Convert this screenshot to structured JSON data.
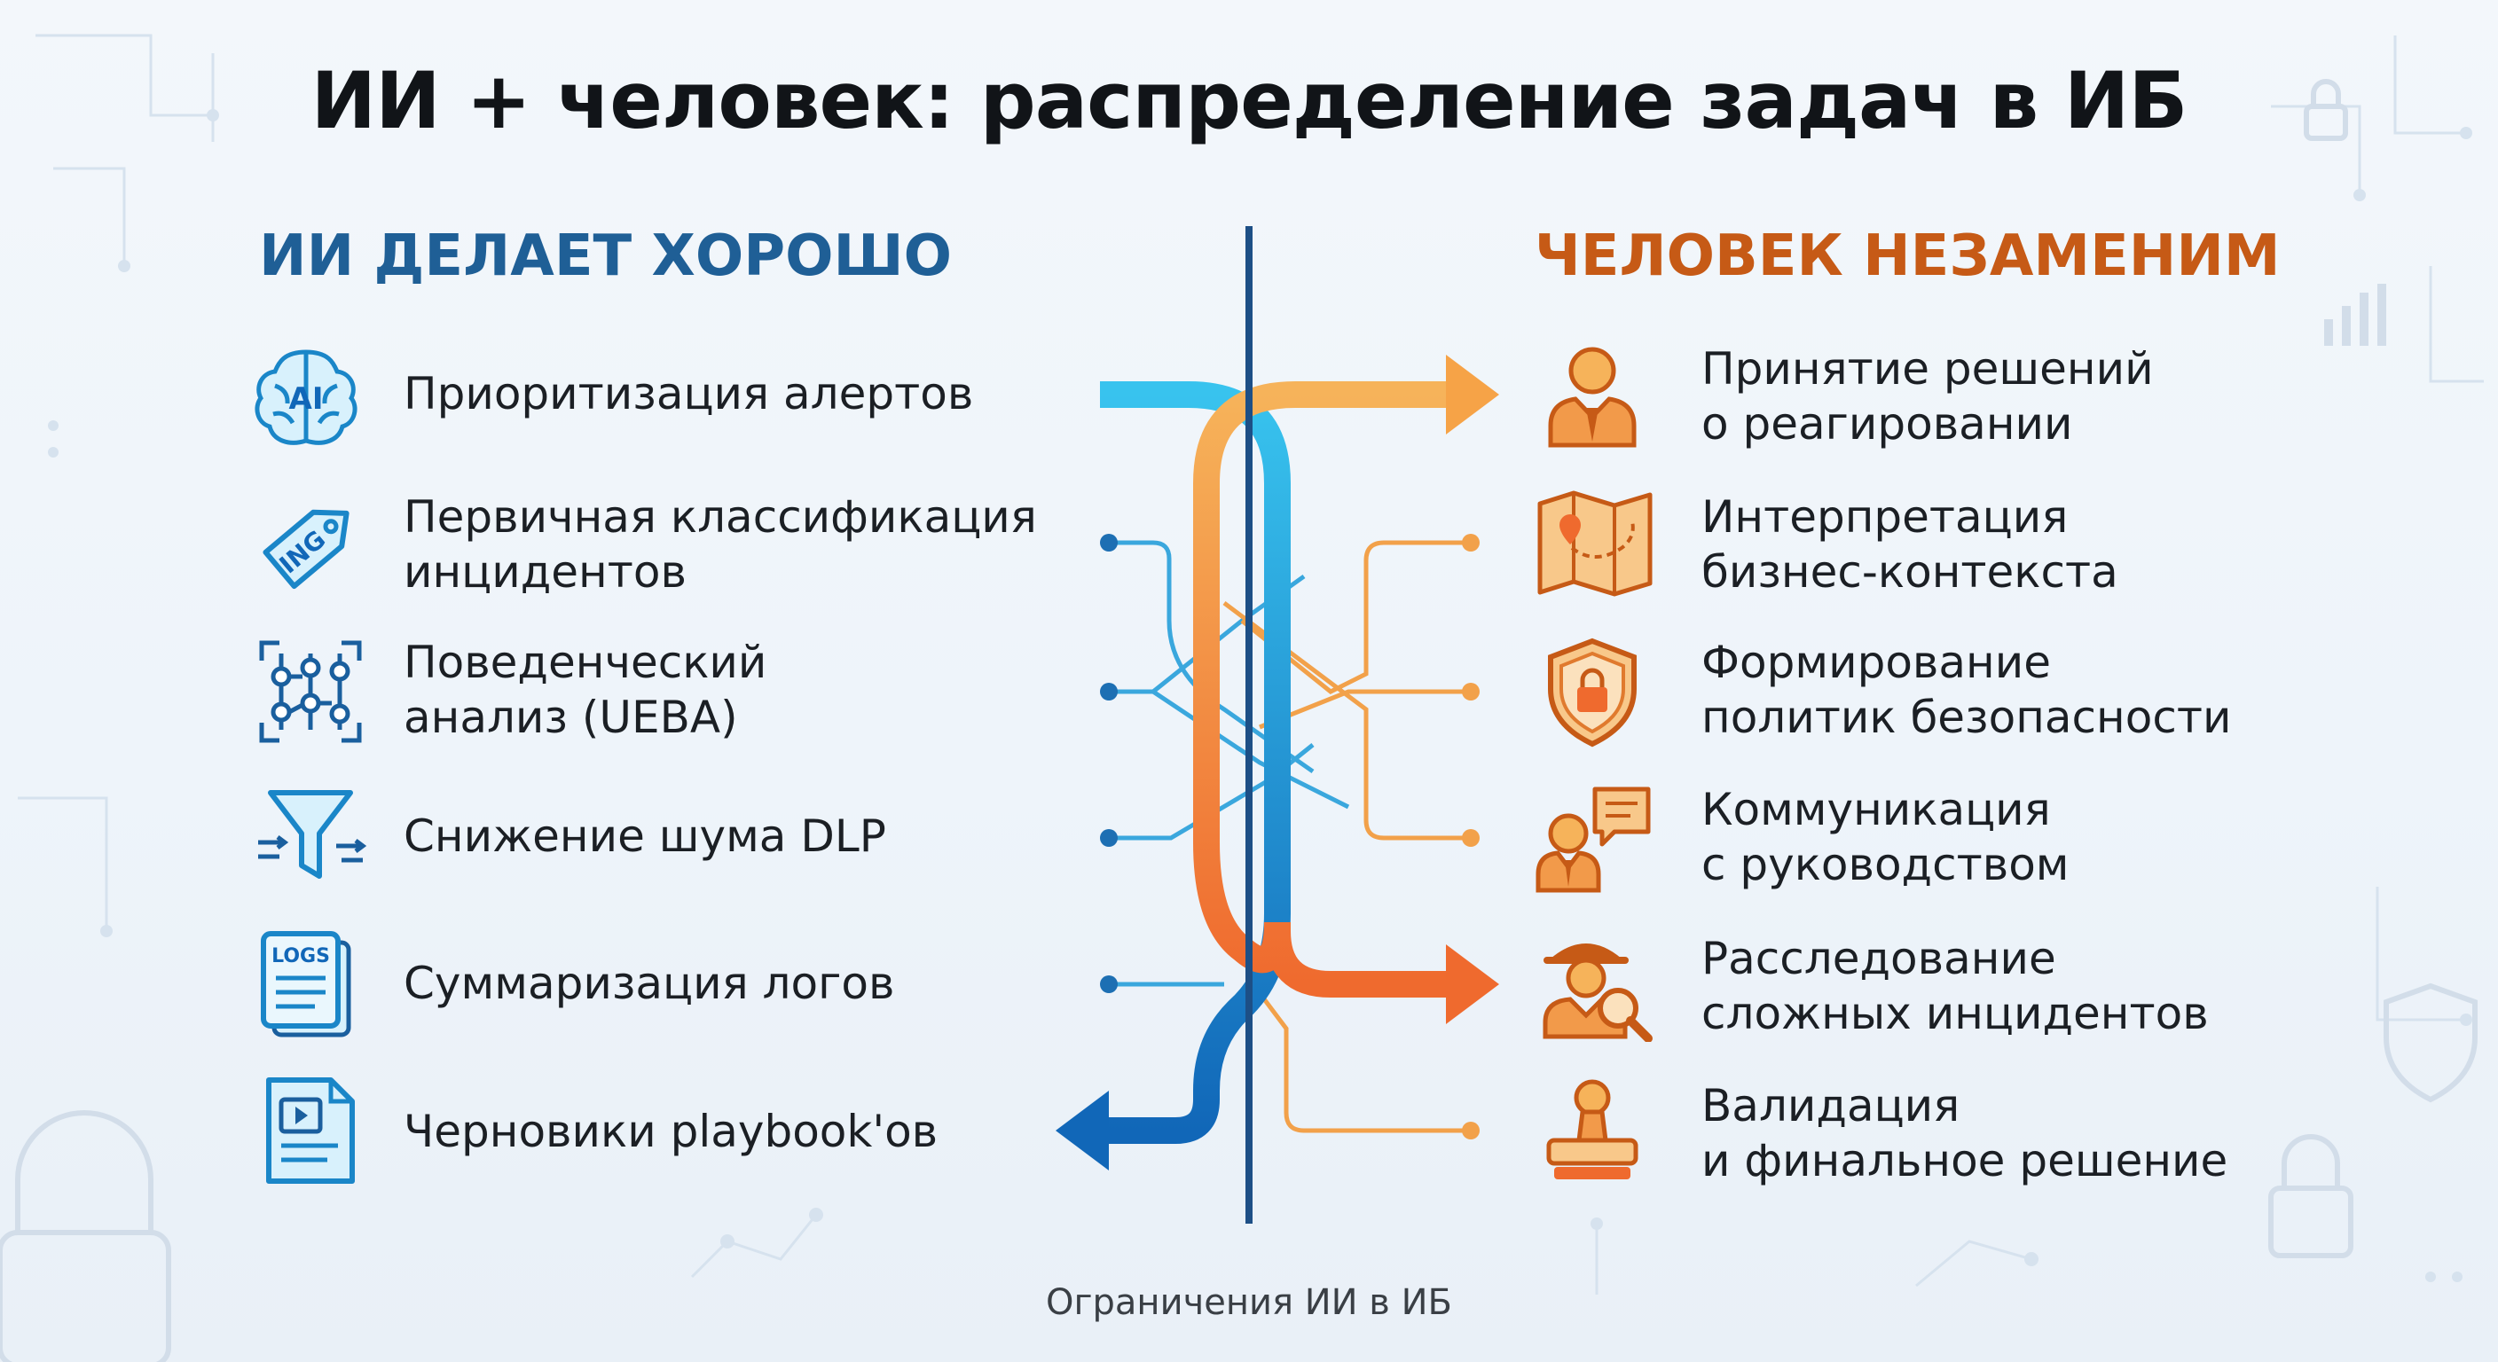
{
  "title": "ИИ + человек: распределение задач в ИБ",
  "left_column": {
    "heading": "ИИ ДЕЛАЕТ ХОРОШО",
    "accent": "#1f5f96",
    "items": [
      {
        "lines": [
          "Приоритизация алертов"
        ],
        "icon": "ai-brain-icon",
        "icon_text": "AI"
      },
      {
        "lines": [
          "Первичная классификация",
          "инцидентов"
        ],
        "icon": "tag-icon",
        "icon_text": "ING"
      },
      {
        "lines": [
          "Поведенческий",
          "анализ (UEBA)"
        ],
        "icon": "behavior-analysis-icon"
      },
      {
        "lines": [
          "Снижение шума DLP"
        ],
        "icon": "filter-funnel-icon"
      },
      {
        "lines": [
          "Суммаризация логов"
        ],
        "icon": "logs-document-icon",
        "icon_text": "LOGS"
      },
      {
        "lines": [
          "Черновики playbook'ов"
        ],
        "icon": "playbook-draft-icon"
      }
    ]
  },
  "right_column": {
    "heading": "ЧЕЛОВЕК НЕЗАМЕНИМ",
    "accent": "#c65a16",
    "items": [
      {
        "lines": [
          "Принятие решений",
          "о реагировании"
        ],
        "icon": "decision-maker-icon"
      },
      {
        "lines": [
          "Интерпретация",
          "бизнес-контекста"
        ],
        "icon": "map-icon"
      },
      {
        "lines": [
          "Формирование",
          "политик безопасности"
        ],
        "icon": "shield-lock-icon"
      },
      {
        "lines": [
          "Коммуникация",
          "с руководством"
        ],
        "icon": "communication-icon"
      },
      {
        "lines": [
          "Расследование",
          "сложных инцидентов"
        ],
        "icon": "detective-icon"
      },
      {
        "lines": [
          "Валидация",
          "и финальное решение"
        ],
        "icon": "approval-stamp-icon"
      }
    ]
  },
  "footer": "Ограничения ИИ в ИБ",
  "colors": {
    "ai_blue": "#2aa8e0",
    "ai_dark_blue": "#1167b8",
    "human_orange": "#f2a14a",
    "human_deep_orange": "#ef6a2e",
    "divider": "#1d4f86"
  }
}
